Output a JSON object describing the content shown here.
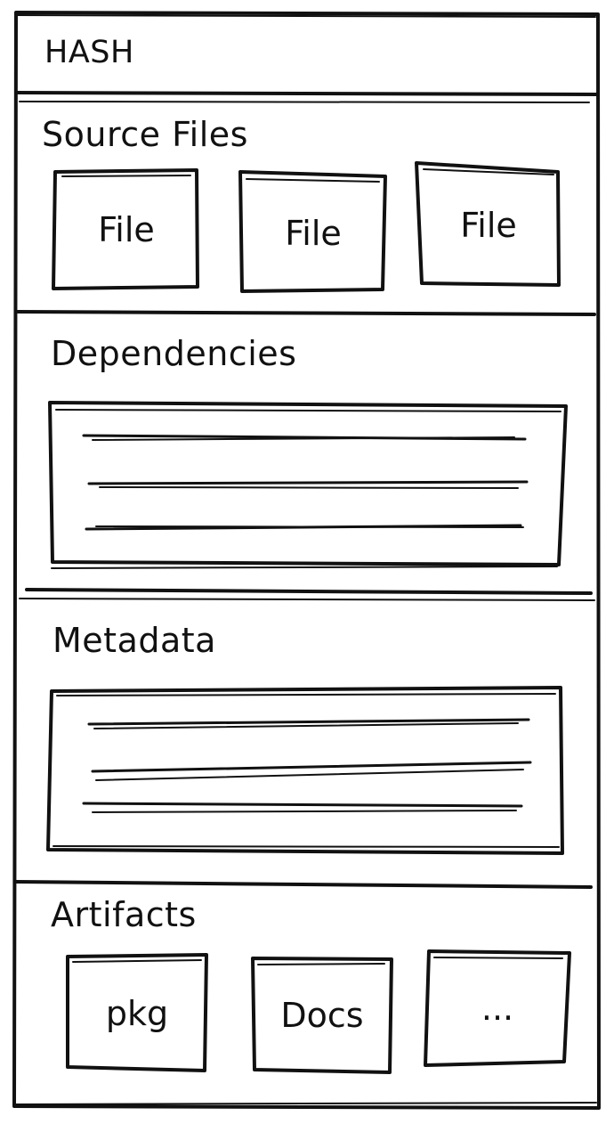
{
  "sections": {
    "hash": {
      "title": "HASH"
    },
    "source_files": {
      "title": "Source Files",
      "items": [
        "File",
        "File",
        "File"
      ]
    },
    "dependencies": {
      "title": "Dependencies"
    },
    "metadata": {
      "title": "Metadata"
    },
    "artifacts": {
      "title": "Artifacts",
      "items": [
        "pkg",
        "Docs",
        "..."
      ]
    }
  },
  "colors": {
    "stroke": "#111111",
    "background": "#ffffff"
  }
}
